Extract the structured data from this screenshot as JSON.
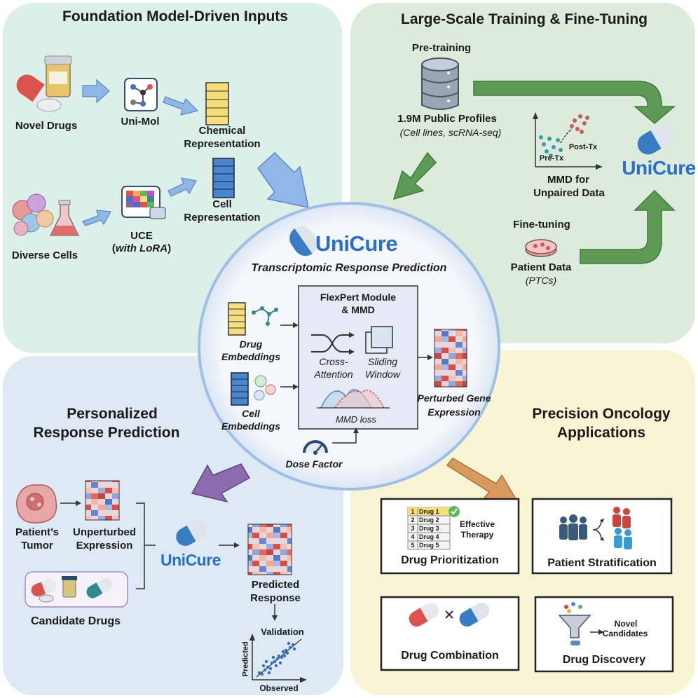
{
  "colors": {
    "panel_tl": "#dcefe8",
    "panel_tr": "#dcebdc",
    "panel_bl": "#dde9f4",
    "panel_br": "#f8f4d4",
    "center": "#f4f6fa",
    "blue_arrow": "#8fb7e8",
    "green_arrow": "#5c9a55",
    "purple_arrow": "#8c6bb0",
    "orange_arrow": "#d79a5c",
    "logo": "#2a6fc4"
  },
  "foundation": {
    "title": "Foundation Model-Driven Inputs",
    "novel_drugs": "Novel Drugs",
    "unimol": "Uni-Mol",
    "chem_rep_1": "Chemical",
    "chem_rep_2": "Representation",
    "diverse_cells": "Diverse Cells",
    "uce": "UCE",
    "uce_with": "with",
    "uce_lora": "LoRA",
    "cell_rep_1": "Cell",
    "cell_rep_2": "Representation"
  },
  "training": {
    "title": "Large-Scale Training & Fine-Tuning",
    "pretraining": "Pre-training",
    "profiles": "1.9M Public Profiles",
    "profiles_sub": "(Cell lines, scRNA-seq)",
    "post_tx": "Post-Tx",
    "pre_tx": "Pre-Tx",
    "mmd_1": "MMD for",
    "mmd_2": "Unpaired Data",
    "logo": "UniCure",
    "finetuning": "Fine-tuning",
    "patient_data": "Patient Data",
    "ptcs": "(PTCs)"
  },
  "center": {
    "logo": "UniCure",
    "subtitle": "Transcriptomic Response Prediction",
    "module_1": "FlexPert Module",
    "module_2": "& MMD",
    "drug_emb_1": "Drug",
    "drug_emb_2": "Embeddings",
    "cell_emb_1": "Cell",
    "cell_emb_2": "Embeddings",
    "cross_1": "Cross-",
    "cross_2": "Attention",
    "sliding_1": "Sliding",
    "sliding_2": "Window",
    "mmd_loss": "MMD loss",
    "dose": "Dose Factor",
    "perturbed_1": "Perturbed Gene",
    "perturbed_2": "Expression"
  },
  "personalized": {
    "title_1": "Personalized",
    "title_2": "Response Prediction",
    "tumor_1": "Patient’s",
    "tumor_2": "Tumor",
    "unpert_1": "Unperturbed",
    "unpert_2": "Expression",
    "logo": "UniCure",
    "predicted_1": "Predicted",
    "predicted_2": "Response",
    "candidate": "Candidate Drugs",
    "validation": "Validation",
    "axis_y": "Predicted",
    "axis_x": "Observed"
  },
  "oncology": {
    "title_1": "Precision Oncology",
    "title_2": "Applications",
    "drug_list": [
      "Drug 1",
      "Drug 2",
      "Drug 3",
      "Drug 4",
      "Drug 5"
    ],
    "drug_nums": [
      "1",
      "2",
      "3",
      "4",
      "5"
    ],
    "effective_1": "Effective",
    "effective_2": "Therapy",
    "prioritization": "Drug Prioritization",
    "stratification": "Patient Stratification",
    "combination": "Drug Combination",
    "novel_1": "Novel",
    "novel_2": "Candidates",
    "discovery": "Drug Discovery"
  }
}
